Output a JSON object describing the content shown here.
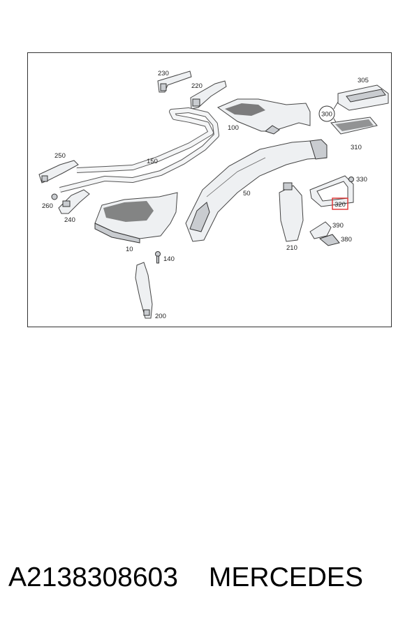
{
  "callouts": {
    "p10": "10",
    "p50": "50",
    "p100": "100",
    "p140": "140",
    "p150": "150",
    "p200": "200",
    "p210": "210",
    "p220": "220",
    "p230": "230",
    "p240": "240",
    "p250": "250",
    "p260": "260",
    "p300": "300",
    "p305": "305",
    "p310": "310",
    "p320": "320",
    "p330": "330",
    "p380": "380",
    "p390": "390"
  },
  "highlight_color": "#e03030",
  "footer": {
    "part_number": "A2138308603",
    "brand": "MERCEDES"
  }
}
